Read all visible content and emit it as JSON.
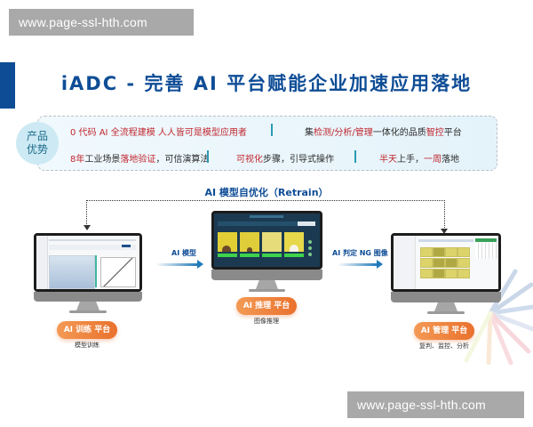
{
  "watermarks": {
    "top": "www.page-ssl-hth.com",
    "bottom": "www.page-ssl-hth.com"
  },
  "title": "iADC - 完善 AI 平台赋能企业加速应用落地",
  "advantages": {
    "badge_line1": "产品",
    "badge_line2": "优势",
    "row1": [
      {
        "parts": [
          {
            "t": "0 代码 AI 全流程建模 ",
            "red": false
          },
          {
            "t": "人人皆可是模型应用者",
            "red": true
          }
        ]
      },
      {
        "parts": [
          {
            "t": "集",
            "red": false
          },
          {
            "t": "检测/分析/管理",
            "red": true
          },
          {
            "t": "一体化的品质",
            "red": false
          },
          {
            "t": "智控",
            "red": true
          },
          {
            "t": "平台",
            "red": false
          }
        ]
      }
    ],
    "row2": [
      {
        "parts": [
          {
            "t": "8年",
            "red": true
          },
          {
            "t": "工业场景",
            "red": false
          },
          {
            "t": "落地验证",
            "red": true
          },
          {
            "t": "，可信演算法",
            "red": false
          }
        ]
      },
      {
        "parts": [
          {
            "t": "可视化",
            "red": true
          },
          {
            "t": "步骤，引导式操作",
            "red": false
          }
        ]
      },
      {
        "parts": [
          {
            "t": "半天",
            "red": true
          },
          {
            "t": "上手，",
            "red": false
          },
          {
            "t": "一周",
            "red": true
          },
          {
            "t": "落地",
            "red": false
          }
        ]
      }
    ]
  },
  "retrain_label": "AI 模型自优化（Retrain）",
  "flow": {
    "arrow1_label": "AI 模型",
    "arrow2_label": "AI 判定 NG 图像"
  },
  "platforms": [
    {
      "name": "AI 训练 平台",
      "caption": "模型训练"
    },
    {
      "name": "AI 推理 平台",
      "caption": "图像推理"
    },
    {
      "name": "AI 管理 平台",
      "caption": "复判、监控、分析"
    }
  ],
  "colors": {
    "brand_blue": "#0e4d96",
    "accent_red": "#c0262e",
    "pill_orange": "#e9712d",
    "separator_teal": "#2a9bb3"
  }
}
